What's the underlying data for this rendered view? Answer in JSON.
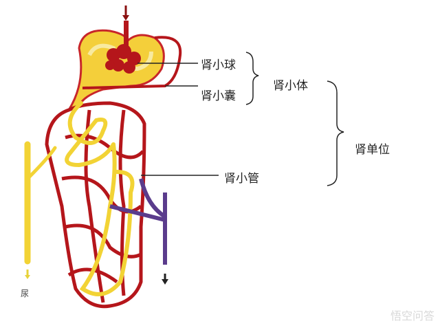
{
  "labels": {
    "glomerulus": "肾小球",
    "capsule": "肾小囊",
    "renal_corpuscle": "肾小体",
    "tubule": "肾小管",
    "nephron": "肾单位",
    "urine": "尿"
  },
  "watermark": "悟空问答",
  "colors": {
    "vessel": "#b5161b",
    "tubule": "#f2d335",
    "vein": "#5a3c8c"
  }
}
